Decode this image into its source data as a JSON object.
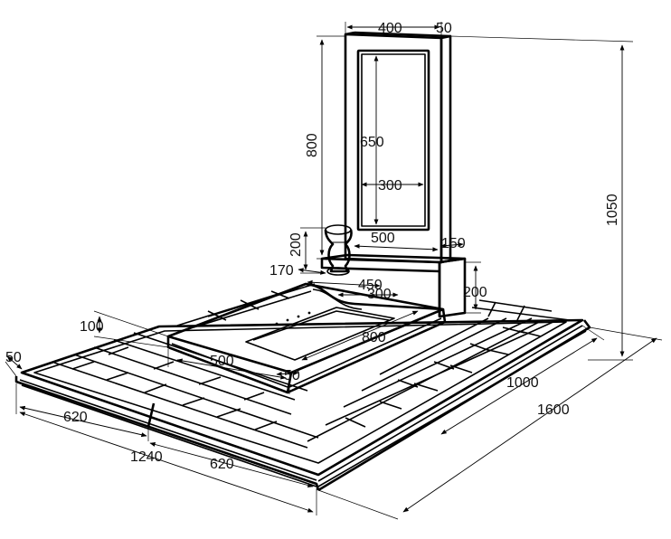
{
  "dimensions": {
    "stele_width": "400",
    "stele_thickness": "50",
    "stele_height": "800",
    "total_height": "1050",
    "frame_height": "650",
    "frame_width": "300",
    "stand_width": "500",
    "stand_depth": "150",
    "vase_height": "200",
    "stand_height": "200",
    "vase_base": "170",
    "flowerbed_head_width": "450",
    "flowerbed_inner_width": "300",
    "flowerbed_length": "800",
    "curb_height": "100",
    "curb_width": "500",
    "curb_thickness": "50",
    "border_width": "50",
    "half_width_left": "620",
    "half_width_right": "620",
    "total_width": "1240",
    "inner_length": "1000",
    "total_length": "1600"
  },
  "colors": {
    "line": "#000000",
    "background": "#ffffff"
  }
}
